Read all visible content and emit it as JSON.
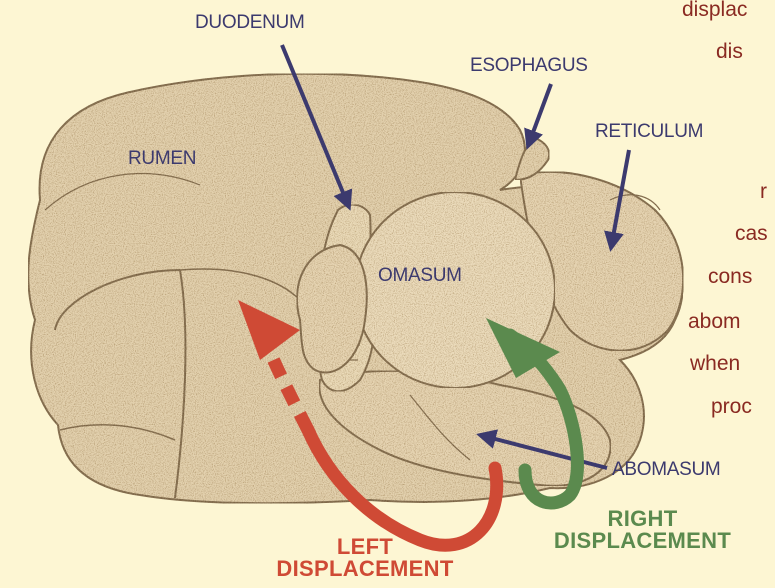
{
  "labels": {
    "duodenum": "DUODENUM",
    "esophagus": "ESOPHAGUS",
    "reticulum": "RETICULUM",
    "rumen": "RUMEN",
    "omasum": "OMASUM",
    "abomasum": "ABOMASUM"
  },
  "arrows": {
    "left": {
      "line1": "LEFT",
      "line2": "DISPLACEMENT",
      "color": "#cf4a35"
    },
    "right": {
      "line1": "RIGHT",
      "line2": "DISPLACEMENT",
      "color": "#5b8a4e"
    }
  },
  "side_text": {
    "lines": [
      "displac",
      "dis",
      "r",
      "cas",
      "cons",
      "abom",
      "when",
      "proc"
    ],
    "color": "#8a2a22"
  },
  "colors": {
    "background": "#fdf6d3",
    "organ_fill": "#e3d1ae",
    "organ_outline": "#8a7455",
    "pointer": "#3c3a6e"
  }
}
